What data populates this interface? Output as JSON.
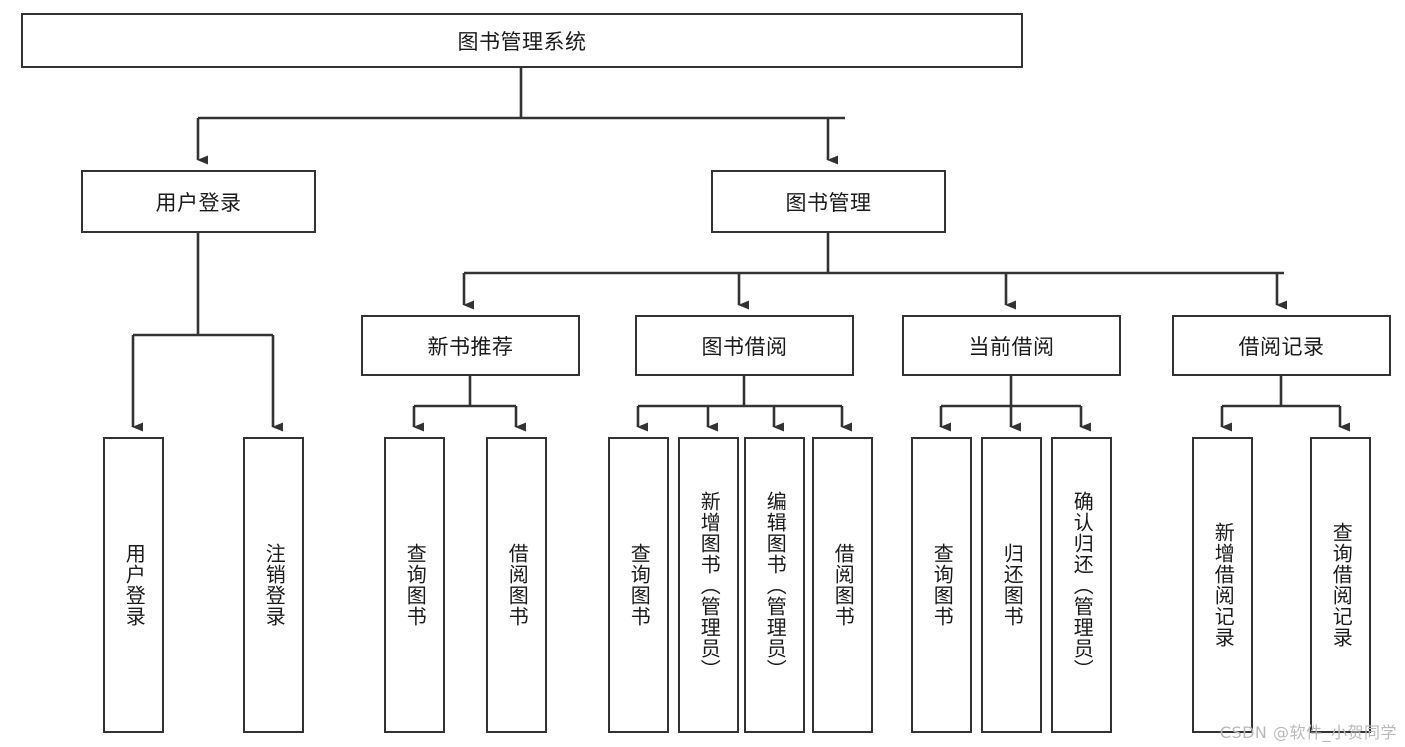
{
  "diagram": {
    "type": "tree-hierarchy",
    "title": "图书管理系统",
    "orientation": "top-down",
    "colors": {
      "box_border": "#333333",
      "box_fill": "#ffffff",
      "connector": "#333333",
      "text": "#1a1a1a",
      "background": "#ffffff",
      "watermark": "#b9b9b9"
    },
    "nodes": {
      "root": {
        "label": "图书管理系统",
        "level": 1,
        "orientation": "horizontal"
      },
      "level2": [
        {
          "id": "user-login",
          "label": "用户登录",
          "orientation": "horizontal"
        },
        {
          "id": "book-manage",
          "label": "图书管理",
          "orientation": "horizontal"
        }
      ],
      "level3": [
        {
          "id": "new-book-recommend",
          "label": "新书推荐",
          "orientation": "horizontal"
        },
        {
          "id": "book-borrow",
          "label": "图书借阅",
          "orientation": "horizontal"
        },
        {
          "id": "current-borrow",
          "label": "当前借阅",
          "orientation": "horizontal"
        },
        {
          "id": "borrow-record",
          "label": "借阅记录",
          "orientation": "horizontal"
        }
      ],
      "leaves": [
        {
          "id": "leaf-user-login",
          "label": "用户登录",
          "parent": "user-login",
          "orientation": "vertical"
        },
        {
          "id": "leaf-logout-login",
          "label": "注销登录",
          "parent": "user-login",
          "orientation": "vertical"
        },
        {
          "id": "leaf-query-book-1",
          "label": "查询图书",
          "parent": "new-book-recommend",
          "orientation": "vertical"
        },
        {
          "id": "leaf-borrow-book-1",
          "label": "借阅图书",
          "parent": "new-book-recommend",
          "orientation": "vertical"
        },
        {
          "id": "leaf-query-book-2",
          "label": "查询图书",
          "parent": "book-borrow",
          "orientation": "vertical"
        },
        {
          "id": "leaf-add-book",
          "label": "新增图书（管理员）",
          "parent": "book-borrow",
          "orientation": "vertical"
        },
        {
          "id": "leaf-edit-book",
          "label": "编辑图书（管理员）",
          "parent": "book-borrow",
          "orientation": "vertical"
        },
        {
          "id": "leaf-borrow-book-2",
          "label": "借阅图书",
          "parent": "book-borrow",
          "orientation": "vertical"
        },
        {
          "id": "leaf-query-book-3",
          "label": "查询图书",
          "parent": "current-borrow",
          "orientation": "vertical"
        },
        {
          "id": "leaf-return-book",
          "label": "归还图书",
          "parent": "current-borrow",
          "orientation": "vertical"
        },
        {
          "id": "leaf-confirm-return",
          "label": "确认归还（管理员）",
          "parent": "current-borrow",
          "orientation": "vertical"
        },
        {
          "id": "leaf-add-record",
          "label": "新增借阅记录",
          "parent": "borrow-record",
          "orientation": "vertical"
        },
        {
          "id": "leaf-query-record",
          "label": "查询借阅记录",
          "parent": "borrow-record",
          "orientation": "vertical"
        }
      ]
    },
    "watermark": "CSDN @软件_小贺同学"
  }
}
